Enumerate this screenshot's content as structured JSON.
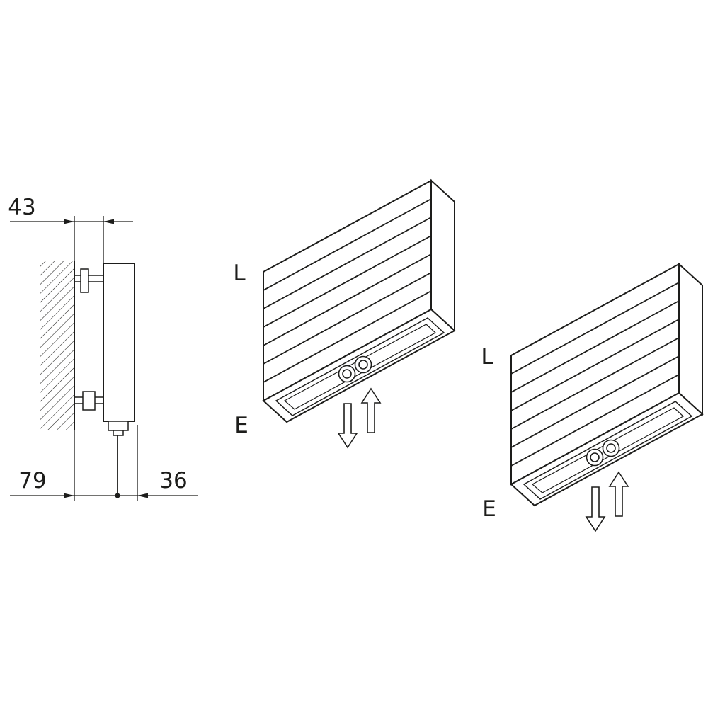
{
  "colors": {
    "line": "#1d1d1b",
    "background": "#ffffff"
  },
  "side_view": {
    "dim_depth": "43",
    "dim_wall_to_pipe": "79",
    "dim_pipe_to_front": "36"
  },
  "iso_front": {
    "label_l": "L",
    "label_e": "E"
  },
  "iso_back": {
    "label_l": "L",
    "label_e": "E"
  }
}
